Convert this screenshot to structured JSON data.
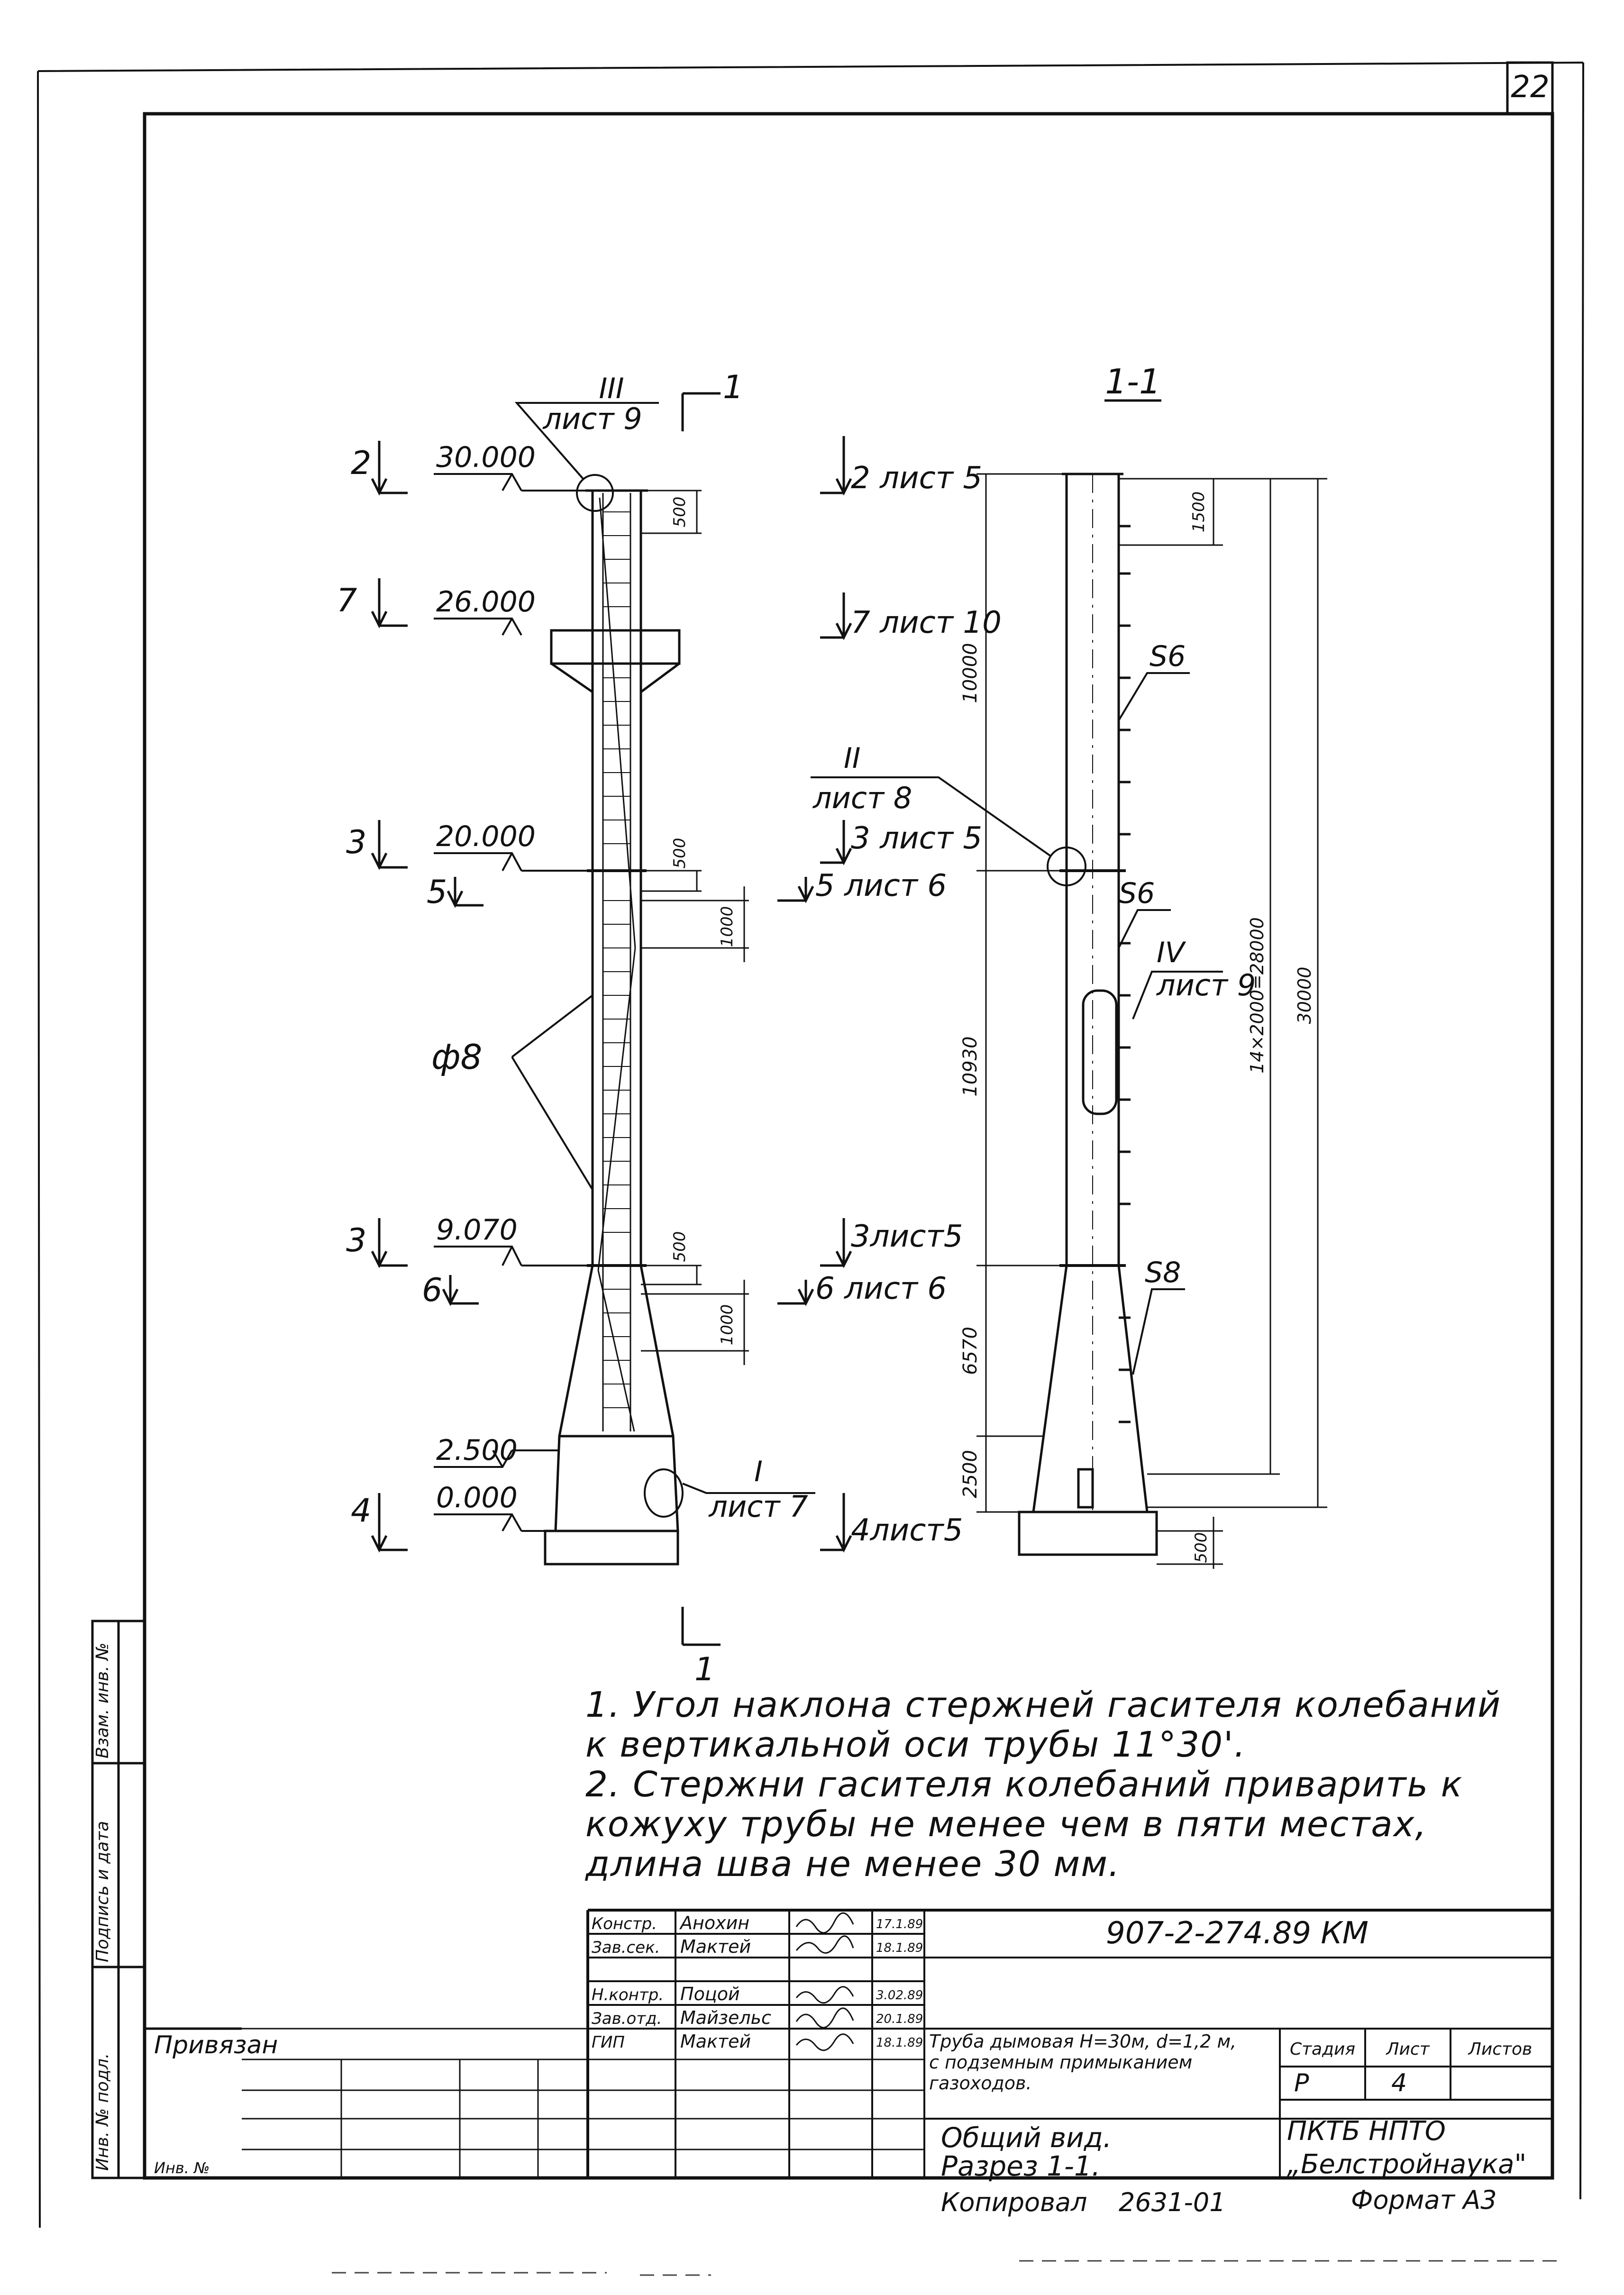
{
  "sheet": {
    "page_number": "22"
  },
  "elevation": {
    "section_marker_top": "1",
    "section_marker_bottom": "1",
    "callout_top_num": "III",
    "callout_top_sheet": "лист 9",
    "levels": [
      "30.000",
      "26.000",
      "20.000",
      "9.070",
      "2.500",
      "0.000"
    ],
    "cut_left": [
      "2",
      "7",
      "3",
      "5",
      "3",
      "6",
      "4"
    ],
    "cut_right": [
      "2 лист 5",
      "7 лист 10",
      "3 лист 5",
      "5 лист 6",
      "3лист5",
      "6 лист 6",
      "4лист5"
    ],
    "dims": [
      "500",
      "500",
      "1000",
      "500",
      "1000"
    ],
    "rod_label": "ф8",
    "callout_bottom_num": "I",
    "callout_bottom_sheet": "лист 7"
  },
  "section": {
    "title": "1-1",
    "callout_2_num": "II",
    "callout_2_sheet": "лист 8",
    "callout_4_num": "IV",
    "callout_4_sheet": "лист 9",
    "thickness": [
      "S6",
      "S6",
      "S8"
    ],
    "dims_left": [
      "10000",
      "10930",
      "6570",
      "2500"
    ],
    "dim_top": "1500",
    "dim_bottom": "500",
    "dim_mid": "14×2000=28000",
    "dim_total": "30000"
  },
  "notes": [
    "1. Угол наклона стержней гасителя колебаний к вертикальной оси трубы 11°30'.",
    "2. Стержни гасителя колебаний приварить к кожуху трубы не менее чем в пяти местах, длина шва не менее 30 мм."
  ],
  "side_stamp": [
    "Инв. № подл.",
    "Подпись и дата",
    "Взам. инв. №"
  ],
  "title_block": {
    "code": "907-2-274.89 КМ",
    "roles": [
      "Констр.",
      "Зав.сек.",
      "",
      "Н.контр.",
      "Зав.отд.",
      "ГИП"
    ],
    "names": [
      "Анохин",
      "Мактей",
      "",
      "Поцой",
      "Майзельс",
      "Мактей"
    ],
    "dates": [
      "17.1.89",
      "18.1.89",
      "",
      "3.02.89",
      "20.1.89",
      "18.1.89"
    ],
    "object_name": "Труба дымовая Н=30м, d=1,2 м, с подземным примыканием газоходов.",
    "sheet_title_1": "Общий вид.",
    "sheet_title_2": "Разрез 1-1.",
    "stage_label": "Стадия",
    "sheet_label": "Лист",
    "sheets_label": "Листов",
    "stage": "Р",
    "sheet": "4",
    "organization_1": "ПКТБ НПТО",
    "organization_2": "„Белстройнаука\"",
    "bound_label": "Привязан",
    "inv_label": "Инв. №",
    "copied_label": "Копировал",
    "copied_num": "2631-01",
    "format_label": "Формат А3"
  }
}
